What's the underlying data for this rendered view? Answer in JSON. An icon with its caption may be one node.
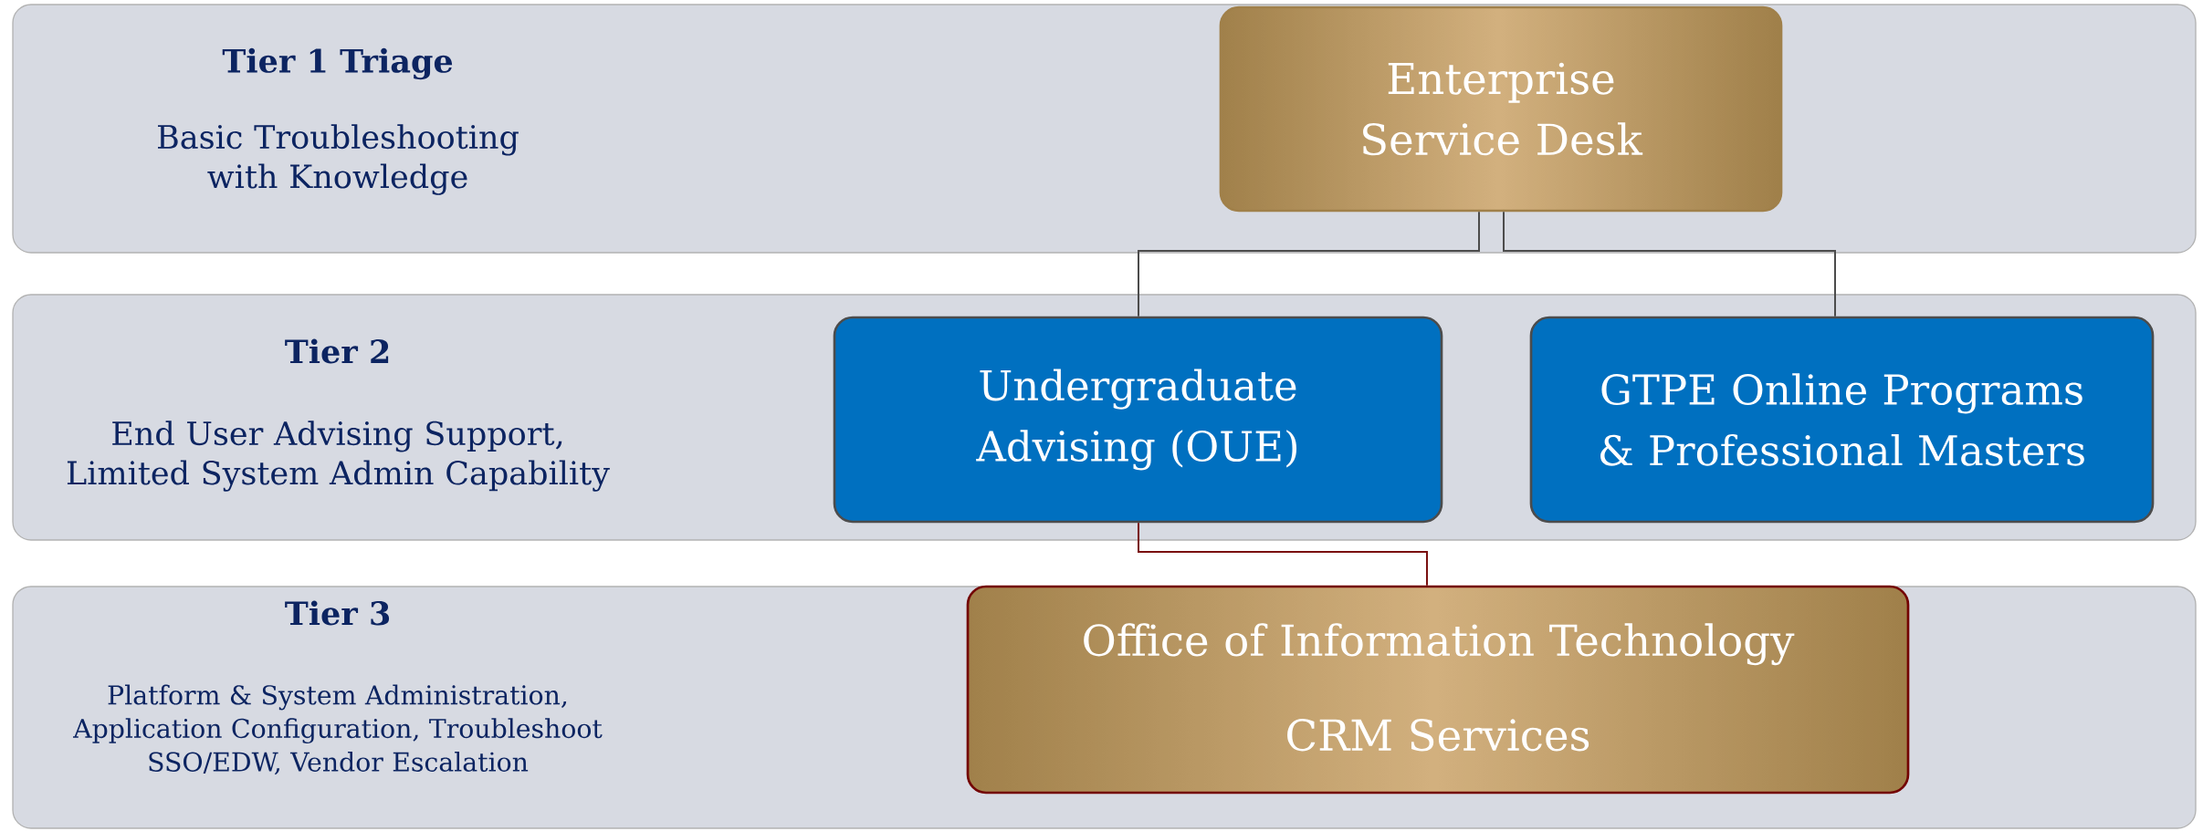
{
  "diagram": {
    "nodes": [
      {
        "text": [
          "Tier 1 Triage",
          "Basic Troubleshooting with Knowledge"
        ]
      },
      {
        "text": [
          "Enterprise Service Desk"
        ],
        "in": 0
      },
      {
        "text": [
          "Tier 2",
          "End User Advising Support, Limited System Admin Capability"
        ]
      },
      {
        "text": [
          "Undergraduate Advising (OUE)"
        ],
        "in": 2
      },
      {
        "text": [
          "GTPE Online Programs & Professional Masters"
        ],
        "in": 2
      },
      {
        "text": [
          "Tier 3",
          "Platform & System Administration, Application Configuration, Troubleshoot SSO/EDW, Vendor Escalation"
        ]
      },
      {
        "text": [
          "Office of Information Technology",
          "CRM Services"
        ],
        "in": 5
      }
    ],
    "edges": [
      {
        "from": 1,
        "to": 3,
        "arrow": "none"
      },
      {
        "from": 1,
        "to": 4,
        "arrow": "none"
      },
      {
        "from": 3,
        "to": 6,
        "arrow": "none",
        "color": "#7a1010"
      }
    ]
  }
}
